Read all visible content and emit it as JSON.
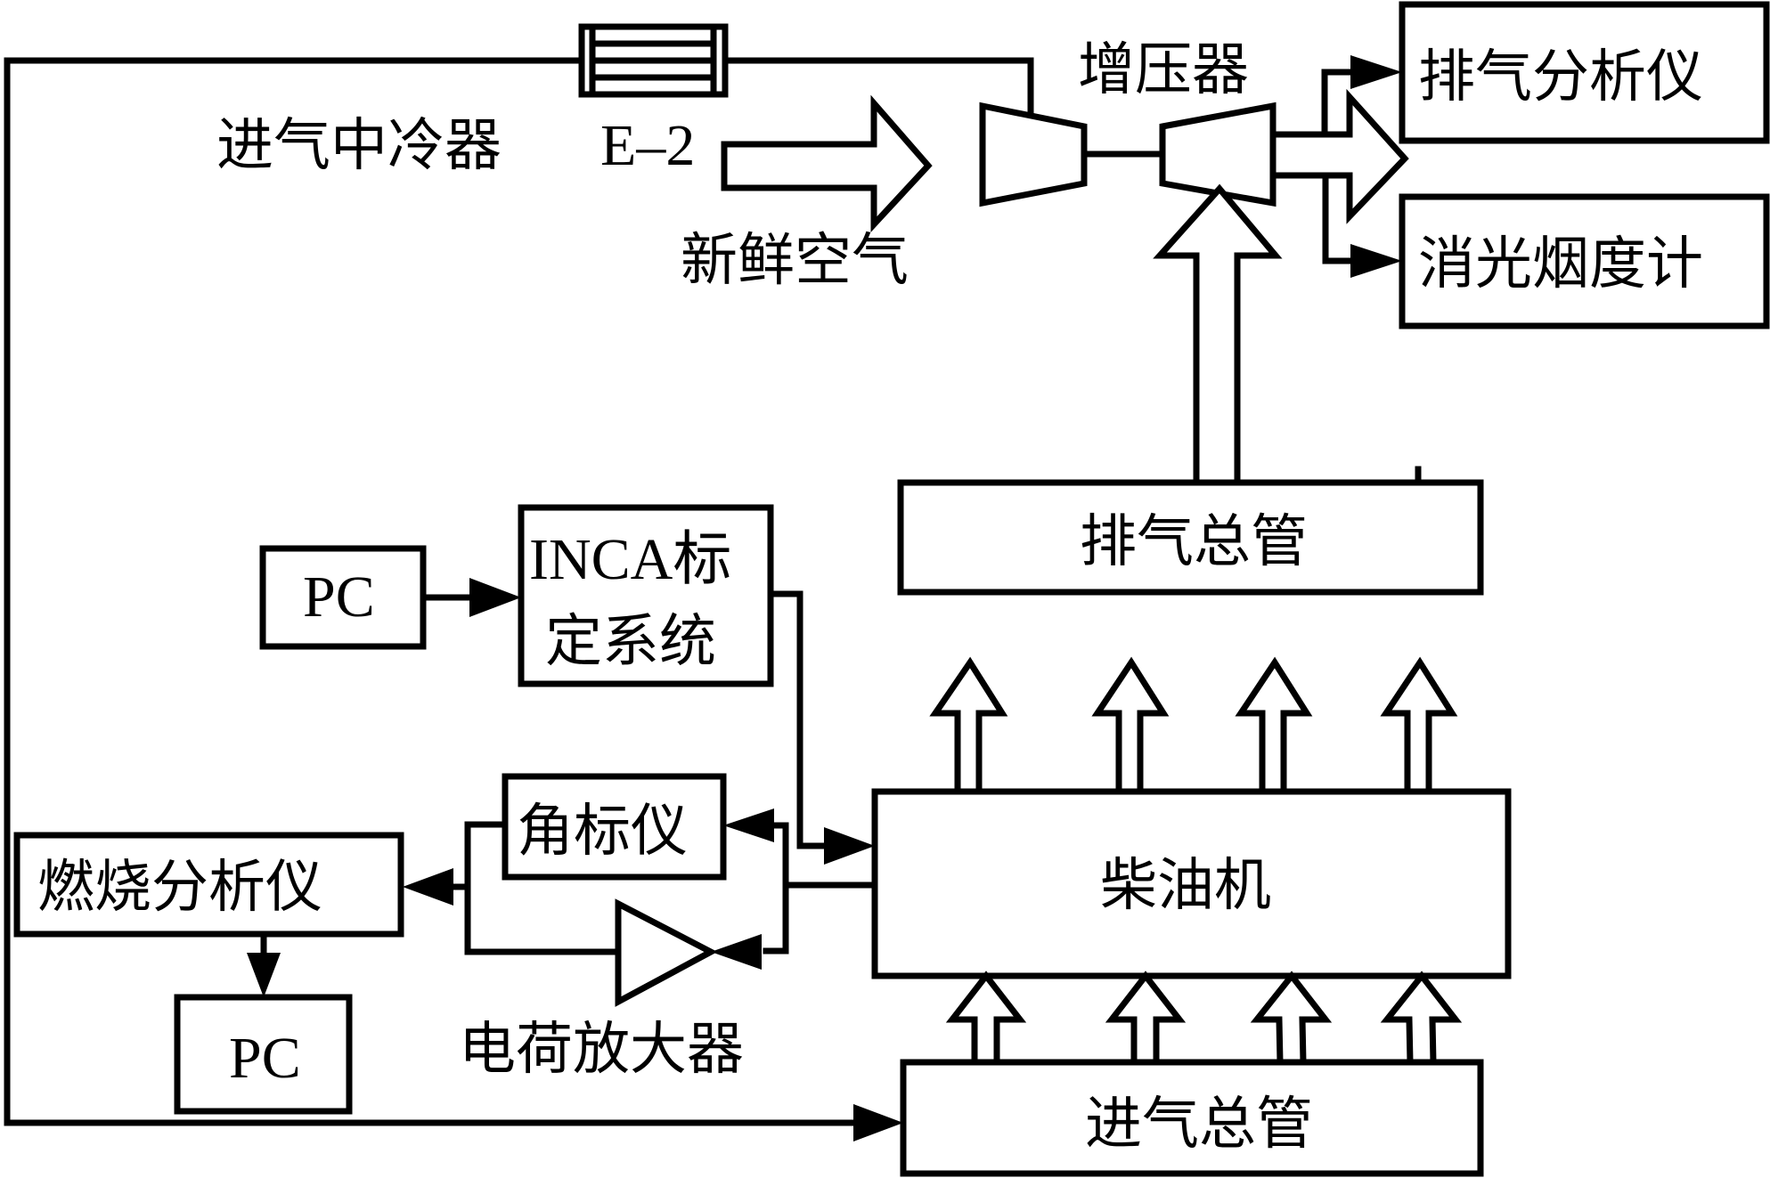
{
  "figure": {
    "type": "engine-test-bench-schematic",
    "labels": {
      "intercooler": "进气中冷器",
      "intercooler_id": "E–2",
      "fresh_air": "新鲜空气",
      "turbocharger": "增压器",
      "exhaust_analyzer": "排气分析仪",
      "smoke_meter": "消光烟度计",
      "exhaust_manifold": "排气总管",
      "pc_top": "PC",
      "inca_line1": "INCA标",
      "inca_line2": "定系统",
      "angle_marker": "角标仪",
      "combustion_analyzer": "燃烧分析仪",
      "pc_bottom": "PC",
      "diesel_engine": "柴油机",
      "charge_amplifier": "电荷放大器",
      "intake_manifold": "进气总管"
    },
    "connections": [
      {
        "from": "intake_manifold_loop",
        "to": "intercooler",
        "kind": "line"
      },
      {
        "from": "intercooler",
        "to": "compressor",
        "kind": "line"
      },
      {
        "from": "fresh_air",
        "to": "compressor",
        "kind": "hollow-arrow"
      },
      {
        "from": "turbine",
        "to": "exhaust_analyzer",
        "kind": "arrow"
      },
      {
        "from": "turbine",
        "to": "smoke_meter",
        "kind": "arrow"
      },
      {
        "from": "turbine",
        "to": "outlet",
        "kind": "hollow-arrow"
      },
      {
        "from": "exhaust_manifold",
        "to": "turbine",
        "kind": "hollow-arrow"
      },
      {
        "from": "diesel_engine",
        "to": "exhaust_manifold",
        "kind": "hollow-arrow",
        "count": 4
      },
      {
        "from": "intake_manifold",
        "to": "diesel_engine",
        "kind": "hollow-arrow",
        "count": 4
      },
      {
        "from": "pc_top",
        "to": "inca",
        "kind": "arrow"
      },
      {
        "from": "inca",
        "to": "diesel_engine",
        "kind": "arrow"
      },
      {
        "from": "diesel_engine",
        "to": "angle_marker",
        "kind": "arrow"
      },
      {
        "from": "diesel_engine",
        "to": "charge_amplifier",
        "kind": "arrow"
      },
      {
        "from": "angle_marker",
        "to": "combustion_analyzer",
        "kind": "arrow"
      },
      {
        "from": "charge_amplifier",
        "to": "combustion_analyzer",
        "kind": "arrow"
      },
      {
        "from": "combustion_analyzer",
        "to": "pc_bottom",
        "kind": "arrow"
      },
      {
        "from": "intercooler_loop",
        "to": "intake_manifold",
        "kind": "arrow"
      }
    ]
  }
}
